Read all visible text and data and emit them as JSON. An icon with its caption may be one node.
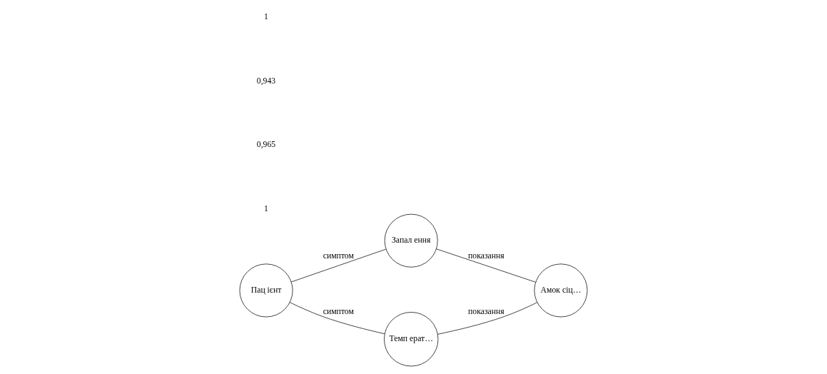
{
  "diagram": {
    "nodes": [
      {
        "text": [
          "Пац ієнт"
        ]
      },
      {
        "text": [
          "Запал ення"
        ]
      },
      {
        "text": [
          "Амок сіц…"
        ]
      },
      {
        "text": [
          "Темп ерат…"
        ]
      }
    ],
    "edges": [
      {
        "from": 0,
        "to": 1,
        "arrow": "none",
        "label": "симптом"
      },
      {
        "from": 1,
        "to": 2,
        "arrow": "none",
        "label": "показання"
      },
      {
        "from": 0,
        "to": 3,
        "arrow": "none",
        "label": "симптом"
      },
      {
        "from": 3,
        "to": 2,
        "arrow": "none",
        "label": "показання"
      }
    ],
    "labels": [
      "1",
      "0,965",
      "0,943",
      "1"
    ]
  }
}
